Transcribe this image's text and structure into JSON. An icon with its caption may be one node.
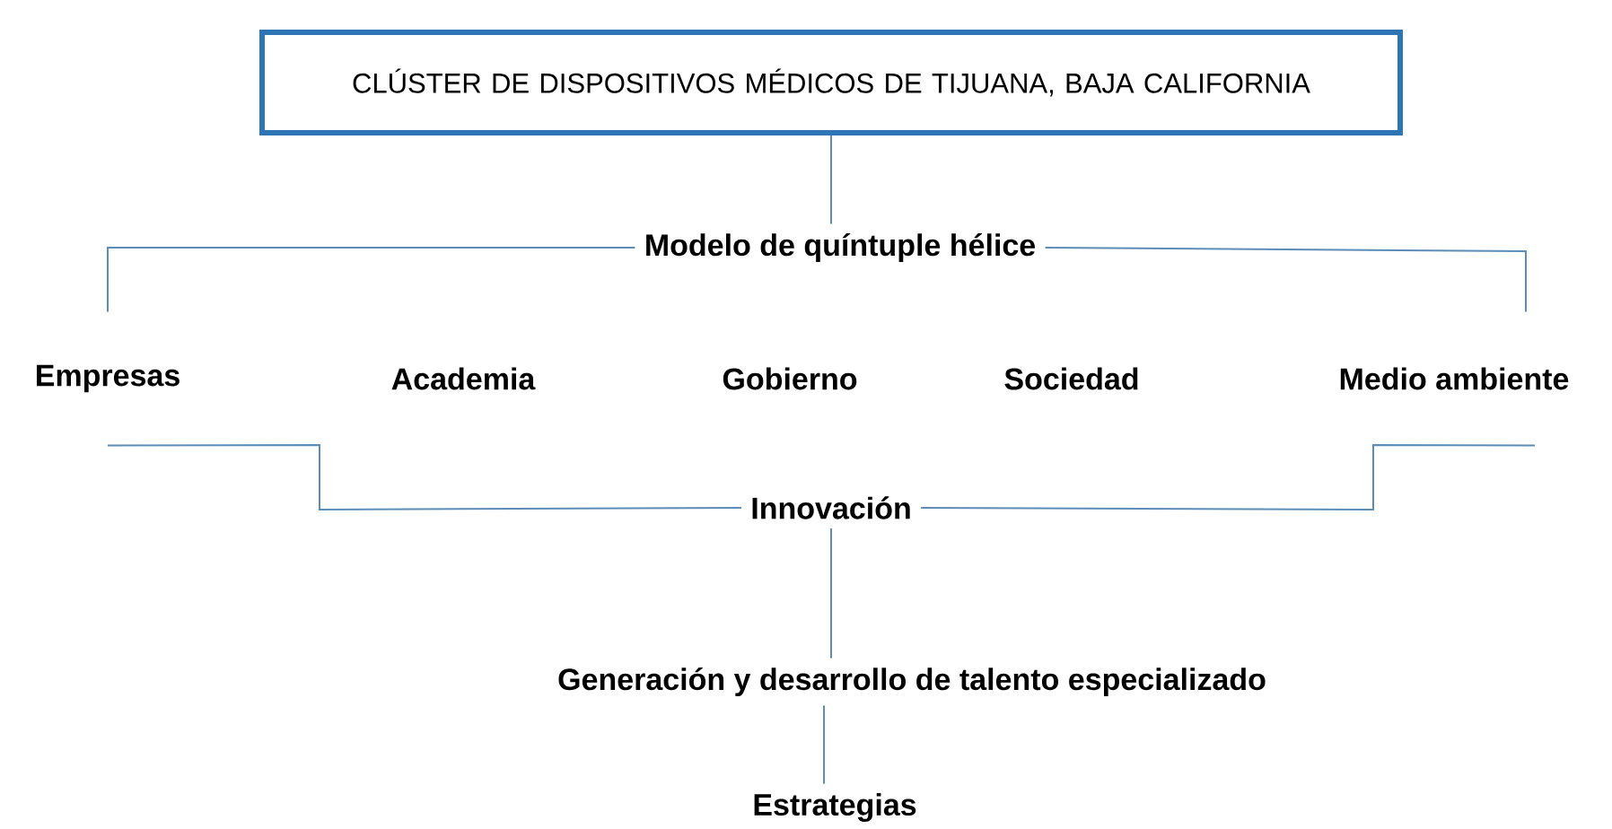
{
  "diagram": {
    "nodes": [
      {
        "text": [
          "CLÚSTER DE DISPOSITIVOS MÉDICOS DE TIJUANA, BAJA CALIFORNIA"
        ]
      },
      {
        "text": [
          "Modelo de quíntuple hélice"
        ]
      },
      {
        "text": [
          "Empresas"
        ]
      },
      {
        "text": [
          "Academia"
        ]
      },
      {
        "text": [
          "Gobierno"
        ]
      },
      {
        "text": [
          "Sociedad"
        ]
      },
      {
        "text": [
          "Medio ambiente"
        ]
      },
      {
        "text": [
          "Innovación"
        ]
      },
      {
        "text": [
          "Generación y desarrollo de talento especializado"
        ]
      },
      {
        "text": [
          "Estrategias"
        ]
      }
    ],
    "edges": [
      {
        "from": 0,
        "to": 1,
        "arrow": "none"
      },
      {
        "from": 1,
        "to": 2,
        "arrow": "none"
      },
      {
        "from": 1,
        "to": 6,
        "arrow": "none"
      },
      {
        "from": 2,
        "to": 7,
        "arrow": "none"
      },
      {
        "from": 6,
        "to": 7,
        "arrow": "none"
      },
      {
        "from": 7,
        "to": 8,
        "arrow": "none"
      },
      {
        "from": 8,
        "to": 9,
        "arrow": "none"
      }
    ]
  }
}
